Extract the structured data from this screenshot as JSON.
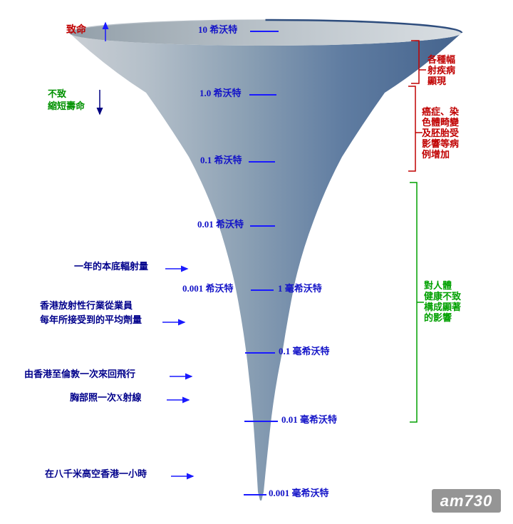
{
  "labels": {
    "lethal": "致命",
    "no_life_shortening": [
      "不致",
      "縮短壽命"
    ]
  },
  "scale": [
    {
      "label": "10 希沃特"
    },
    {
      "label": "1.0 希沃特"
    },
    {
      "label": "0.1 希沃特"
    },
    {
      "label": "0.01 希沃特"
    },
    {
      "label": "0.001 希沃特",
      "equiv": "1 毫希沃特"
    },
    {
      "label": "0.1 毫希沃特"
    },
    {
      "label": "0.01 毫希沃特"
    },
    {
      "label": "0.001 毫希沃特"
    }
  ],
  "left_annotations": [
    {
      "lines": [
        "一年的本底輻射量"
      ]
    },
    {
      "lines": [
        "香港放射性行業從業員",
        "每年所接受到的平均劑量"
      ]
    },
    {
      "lines": [
        "由香港至倫敦一次來回飛行"
      ]
    },
    {
      "lines": [
        "胸部照一次X射線"
      ]
    },
    {
      "lines": [
        "在八千米高空香港一小時"
      ]
    }
  ],
  "right_annotations": {
    "red1": {
      "lines": [
        "各種幅",
        "射疾病",
        "顯現"
      ]
    },
    "red2": {
      "lines": [
        "癌症、染",
        "色體畸變",
        "及胚胎受",
        "影響等病",
        "例增加"
      ]
    },
    "green": {
      "lines": [
        "對人體",
        "健康不致",
        "構成顯著",
        "的影響"
      ]
    }
  },
  "colors": {
    "scale_blue": "#1414c8",
    "arrow_blue": "#1a1aff",
    "note_navy": "#00008b",
    "red": "#c00000",
    "green": "#00a000",
    "funnel_light": "#cacfd4",
    "funnel_dark": "#44638d"
  },
  "watermark": "am730"
}
